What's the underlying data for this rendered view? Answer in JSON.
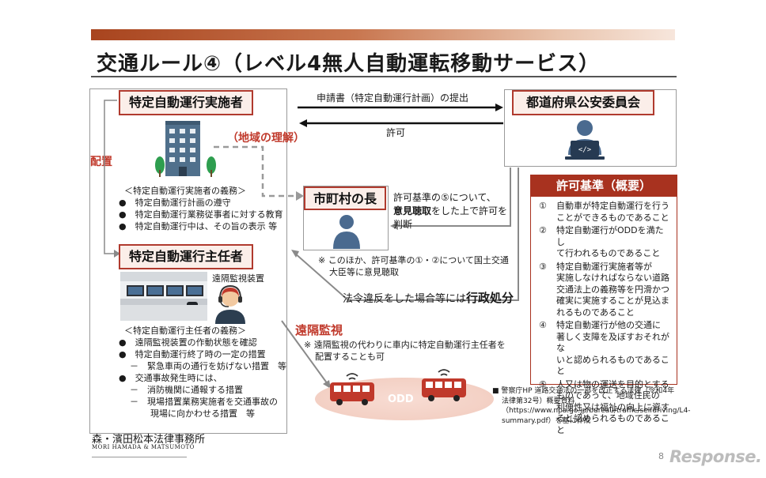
{
  "title": "交通ルール④（レベル4無人自動運転移動サービス）",
  "operator": {
    "label": "特定自動運行実施者",
    "region_note": "（地域の理解）",
    "haichi": "配置",
    "duties_title": "＜特定自動運行実施者の義務＞",
    "duties": [
      "特定自動運行計画の遵守",
      "特定自動運行業務従事者に対する教育",
      "特定自動運行中は、その旨の表示 等"
    ]
  },
  "manager": {
    "label": "特定自動運行主任者",
    "device_label": "遠隔監視装置",
    "duties_title": "＜特定自動運行主任者の義務＞",
    "duties": [
      {
        "bullet": "●",
        "text": "遠隔監視装置の作動状態を確認"
      },
      {
        "bullet": "●",
        "text": "特定自動運行終了時の一定の措置"
      },
      {
        "bullet": "－",
        "text": "緊急車両の通行を妨げない措置　等"
      },
      {
        "bullet": "●",
        "text": "交通事故発生時には、"
      },
      {
        "bullet": "－",
        "text": "消防機関に通報する措置"
      },
      {
        "bullet": "－",
        "text": "現場措置業務実施者を交通事故の"
      },
      {
        "bullet": "",
        "text": "現場に向かわせる措置　等"
      }
    ]
  },
  "commission": {
    "label": "都道府県公安委員会"
  },
  "mayor": {
    "label": "市町村の長"
  },
  "arrows": {
    "application": "申請書（特定自動運行計画）の提出",
    "permit": "許可",
    "opinion_line1": "許可基準の⑤について、",
    "opinion_bold": "意見聴取",
    "opinion_rest": "をした上で許可を",
    "opinion_line3": "判断",
    "note_line1": "※ このほか、許可基準の①・②について国土交通",
    "note_line2": "大臣等に意見聴取",
    "violation_text": "法令違反をした場合等には",
    "violation_bold": "行政処分"
  },
  "remote": {
    "title": "遠隔監視",
    "note_line1": "※ 遠隔監視の代わりに車内に特定自動運行主任者を",
    "note_line2": "配置することも可",
    "odd": "ODD"
  },
  "criteria": {
    "title": "許可基準（概要）",
    "items": [
      {
        "num": "①",
        "text": "自動車が特定自動運行を行う\nことができるものであること"
      },
      {
        "num": "②",
        "text": "特定自動運行がODDを満たし\nて行われるものであること"
      },
      {
        "num": "③",
        "text": "特定自動運行実施者等が\n実施しなければならない道路\n交通法上の義務等を円滑かつ\n確実に実施することが見込ま\nれるものであること"
      },
      {
        "num": "④",
        "text": "特定自動運行が他の交通に\n著しく支障を及ぼすおそれがな\nいと認められるものであること"
      },
      {
        "num": "⑤",
        "text": "人又は物の運送を目的とする\nものであって、地域住民の\n利便性又は福祉の向上に資す\nると認められるものであること"
      }
    ]
  },
  "source": {
    "line1": "■ 警察庁HP 道路交通法の一部を改正する法律（令和4年",
    "line2": "法律第32号）概要資料",
    "line3": "（https://www.npa.go.jp/bureau/traffic/selfdriving/L4-",
    "line4": "summary.pdf）を基に作成"
  },
  "footer": {
    "firm": "森・濱田松本法律事務所",
    "firm_en": "MORI HAMADA & MATSUMOTO",
    "page": "8"
  },
  "watermark": "Response."
}
